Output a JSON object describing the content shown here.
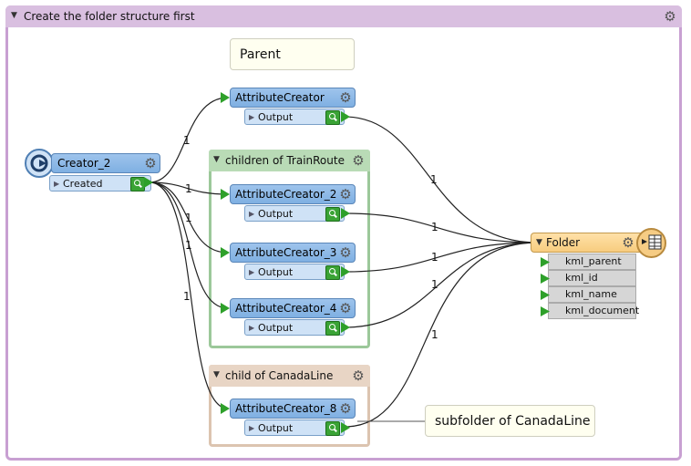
{
  "bookmarks": {
    "main": {
      "title": "Create the folder structure first"
    },
    "train_route": {
      "title": "children of TrainRoute"
    },
    "canada_line": {
      "title": "child of CanadaLine"
    }
  },
  "annotations": {
    "parent": "Parent",
    "subfolder": "subfolder of CanadaLine"
  },
  "creator": {
    "name": "Creator_2",
    "port": "Created"
  },
  "transformers": [
    {
      "name": "AttributeCreator",
      "port": "Output"
    },
    {
      "name": "AttributeCreator_2",
      "port": "Output"
    },
    {
      "name": "AttributeCreator_3",
      "port": "Output"
    },
    {
      "name": "AttributeCreator_4",
      "port": "Output"
    },
    {
      "name": "AttributeCreator_8",
      "port": "Output"
    }
  ],
  "writer": {
    "name": "Folder",
    "attributes": [
      "kml_parent",
      "kml_id",
      "kml_name",
      "kml_document"
    ]
  },
  "connection_counts": {
    "creator_to_ac": "1",
    "creator_to_ac2": "1",
    "creator_to_ac3": "1",
    "creator_to_ac3b": "1",
    "creator_to_ac8": "1",
    "ac_to_folder": "1",
    "ac2_to_folder": "1",
    "ac3_to_folder": "1",
    "ac4_to_folder": "1",
    "ac8_to_folder": "1"
  },
  "colors": {
    "main_bookmark": "#c8a0d2",
    "green_bookmark": "#9cc89a",
    "tan_bookmark": "#dcc4b0",
    "transformer": "#8fbbe8",
    "writer": "#f7cc7f",
    "port_ok": "#3aa335"
  },
  "icons": {
    "gear": "gear-icon",
    "creator": "creator-icon",
    "writer": "table-writer-icon",
    "inspect": "magnifier-icon"
  }
}
